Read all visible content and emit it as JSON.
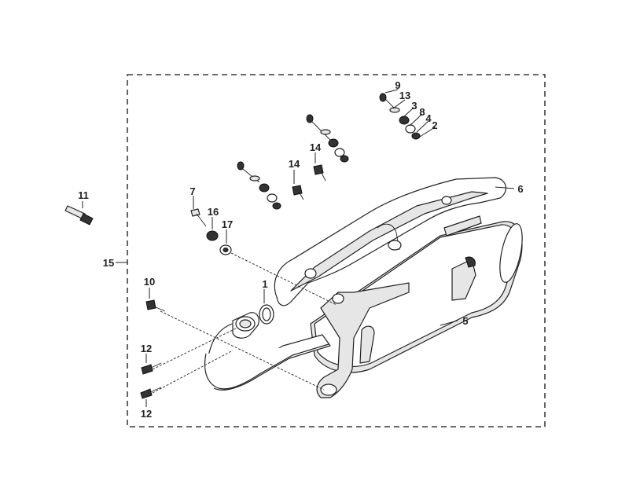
{
  "callouts": {
    "c1": "1",
    "c2": "2",
    "c3": "3",
    "c4": "4",
    "c5": "5",
    "c6": "6",
    "c7": "7",
    "c8": "8",
    "c9": "9",
    "c10": "10",
    "c11": "11",
    "c12a": "12",
    "c12b": "12",
    "c13": "13",
    "c14a": "14",
    "c14b": "14",
    "c15": "15",
    "c16": "16",
    "c17": "17"
  }
}
